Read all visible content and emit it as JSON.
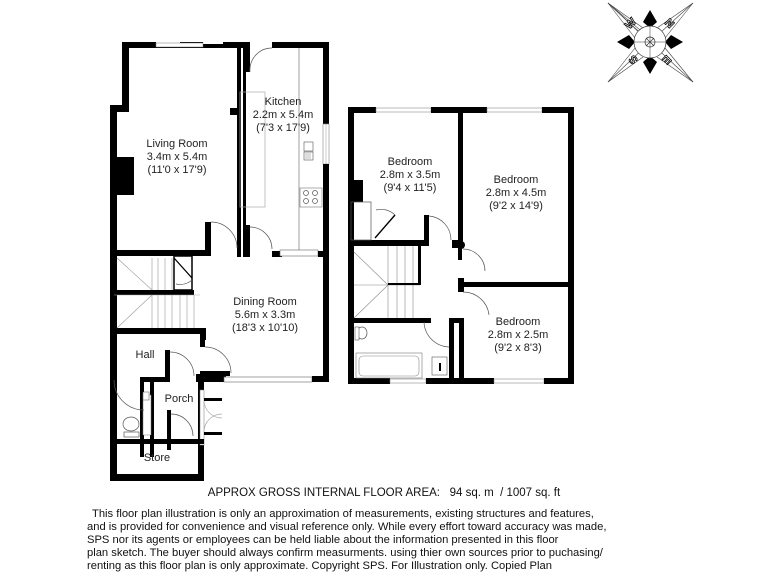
{
  "compass": {
    "letters": [
      "W",
      "N",
      "S",
      "E"
    ]
  },
  "ground_floor": {
    "rooms": [
      {
        "name": "Living Room",
        "metric": "3.4m x 5.4m",
        "imperial": "(11'0 x 17'9)"
      },
      {
        "name": "Kitchen",
        "metric": "2.2m x 5.4m",
        "imperial": "(7'3 x 17'9)"
      },
      {
        "name": "Dining Room",
        "metric": "5.6m x 3.3m",
        "imperial": "(18'3 x 10'10)"
      },
      {
        "name": "Hall"
      },
      {
        "name": "Porch"
      },
      {
        "name": "Store"
      }
    ]
  },
  "first_floor": {
    "rooms": [
      {
        "name": "Bedroom",
        "metric": "2.8m x 3.5m",
        "imperial": "(9'4 x 11'5)"
      },
      {
        "name": "Bedroom",
        "metric": "2.8m x 4.5m",
        "imperial": "(9'2 x 14'9)"
      },
      {
        "name": "Bedroom",
        "metric": "2.8m x 2.5m",
        "imperial": "(9'2 x 8'3)"
      }
    ]
  },
  "area": {
    "label": "APPROX GROSS INTERNAL FLOOR AREA:",
    "metric": "94 sq. m",
    "separator": "/",
    "imperial": "1007 sq. ft"
  },
  "disclaimer": {
    "lines": [
      "This floor plan illustration is only an approximation of measurements, existing structures and features,",
      "and is provided for convenience and visual reference only. While every effort toward accuracy was made,",
      "SPS nor its agents or employees can be held liable about the information presented in this floor",
      "plan sketch. The buyer should always confirm measurments. using thier own sources prior to puchasing/",
      "renting as this floor plan is only approximate. Copyright SPS. For Illustration only. Copied Plan"
    ]
  }
}
